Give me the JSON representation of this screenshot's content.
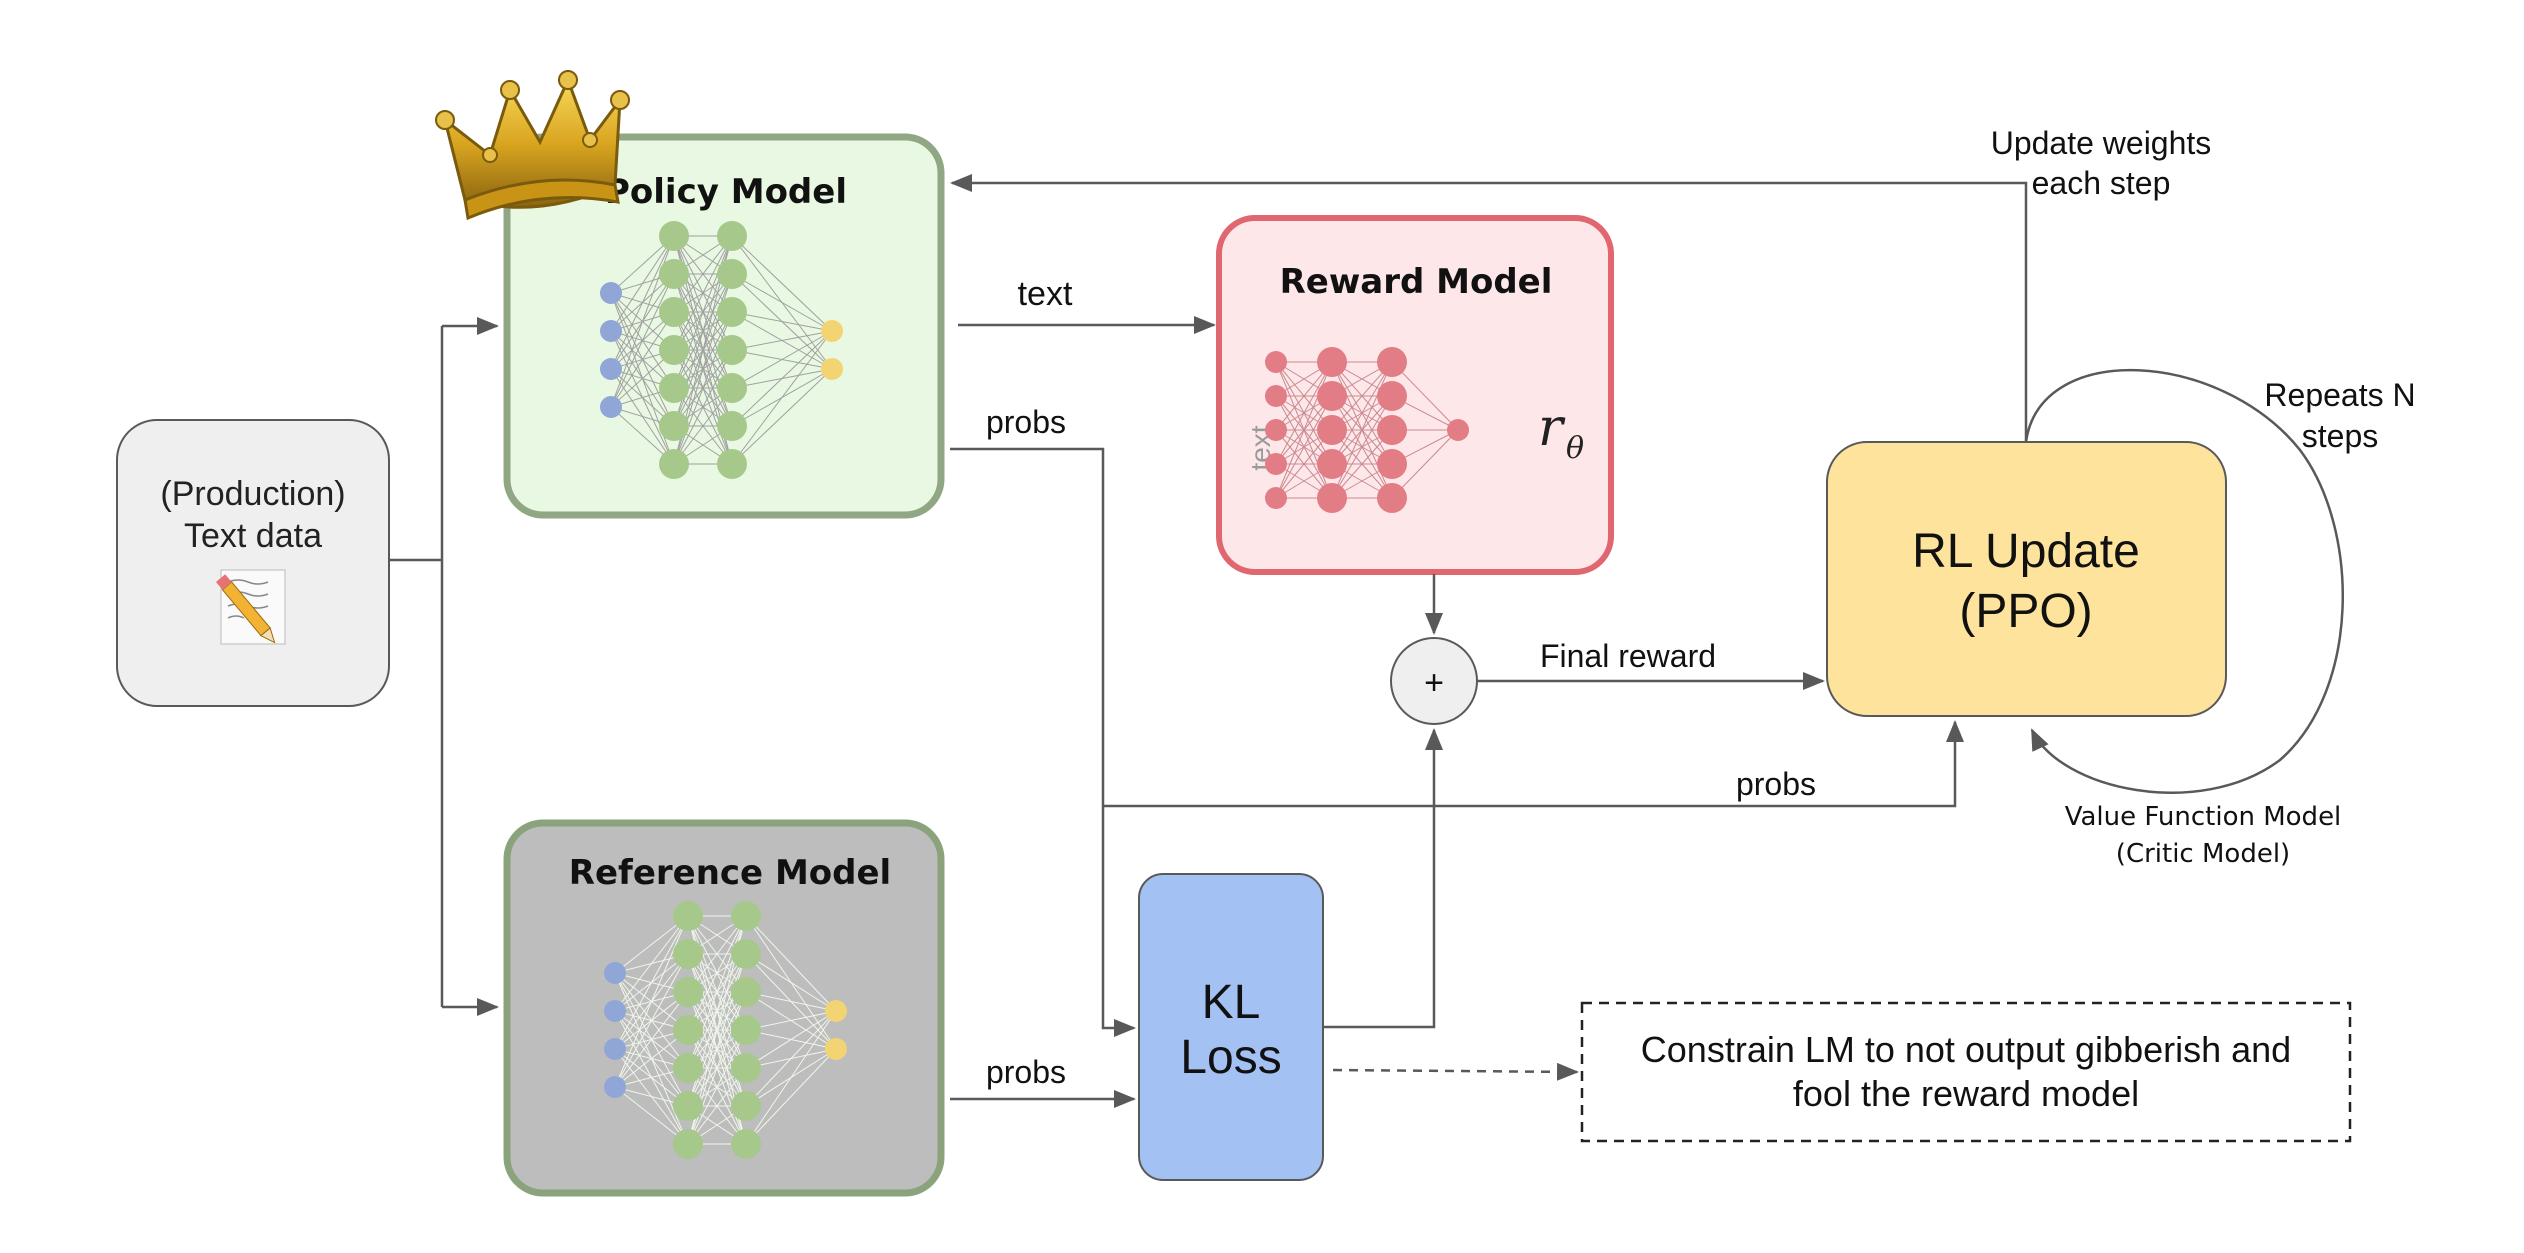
{
  "input": {
    "line1": "(Production)",
    "line2": "Text data",
    "icon": "pencil-paper-icon"
  },
  "policy_model": {
    "title": "Policy Model",
    "icon": "crown-icon"
  },
  "reference_model": {
    "title": "Reference Model"
  },
  "reward_model": {
    "title": "Reward Model",
    "input_label": "text",
    "output_symbol": "r",
    "output_subscript": "θ"
  },
  "plus_node": {
    "symbol": "+"
  },
  "kl_loss": {
    "line1": "KL",
    "line2": "Loss"
  },
  "rl_update": {
    "line1": "RL Update",
    "line2": "(PPO)"
  },
  "constraint_note": {
    "line1": "Constrain LM to not output gibberish and",
    "line2": "fool the reward model"
  },
  "edge_labels": {
    "text": "text",
    "probs_policy": "probs",
    "probs_rl": "probs",
    "probs_reference": "probs",
    "final_reward": "Final reward",
    "update_line1": "Update weights",
    "update_line2": "each step",
    "repeats_line1": "Repeats N",
    "repeats_line2": "steps",
    "critic_line1": "Value Function Model",
    "critic_line2": "(Critic Model)"
  },
  "colors": {
    "policy_fill": "#e8f8e1",
    "policy_border": "#8aa37d",
    "reference_fill": "#bdbdbd",
    "reward_fill": "#fde7e9",
    "reward_border": "#e0666f",
    "kl_fill": "#a4c1f4",
    "rl_fill": "#fde39c",
    "input_fill": "#efefef",
    "node_green": "#a6c98b",
    "node_blue": "#8fa6d6",
    "node_yellow": "#f2d472",
    "node_red": "#e27d86",
    "arrow": "#595959"
  }
}
